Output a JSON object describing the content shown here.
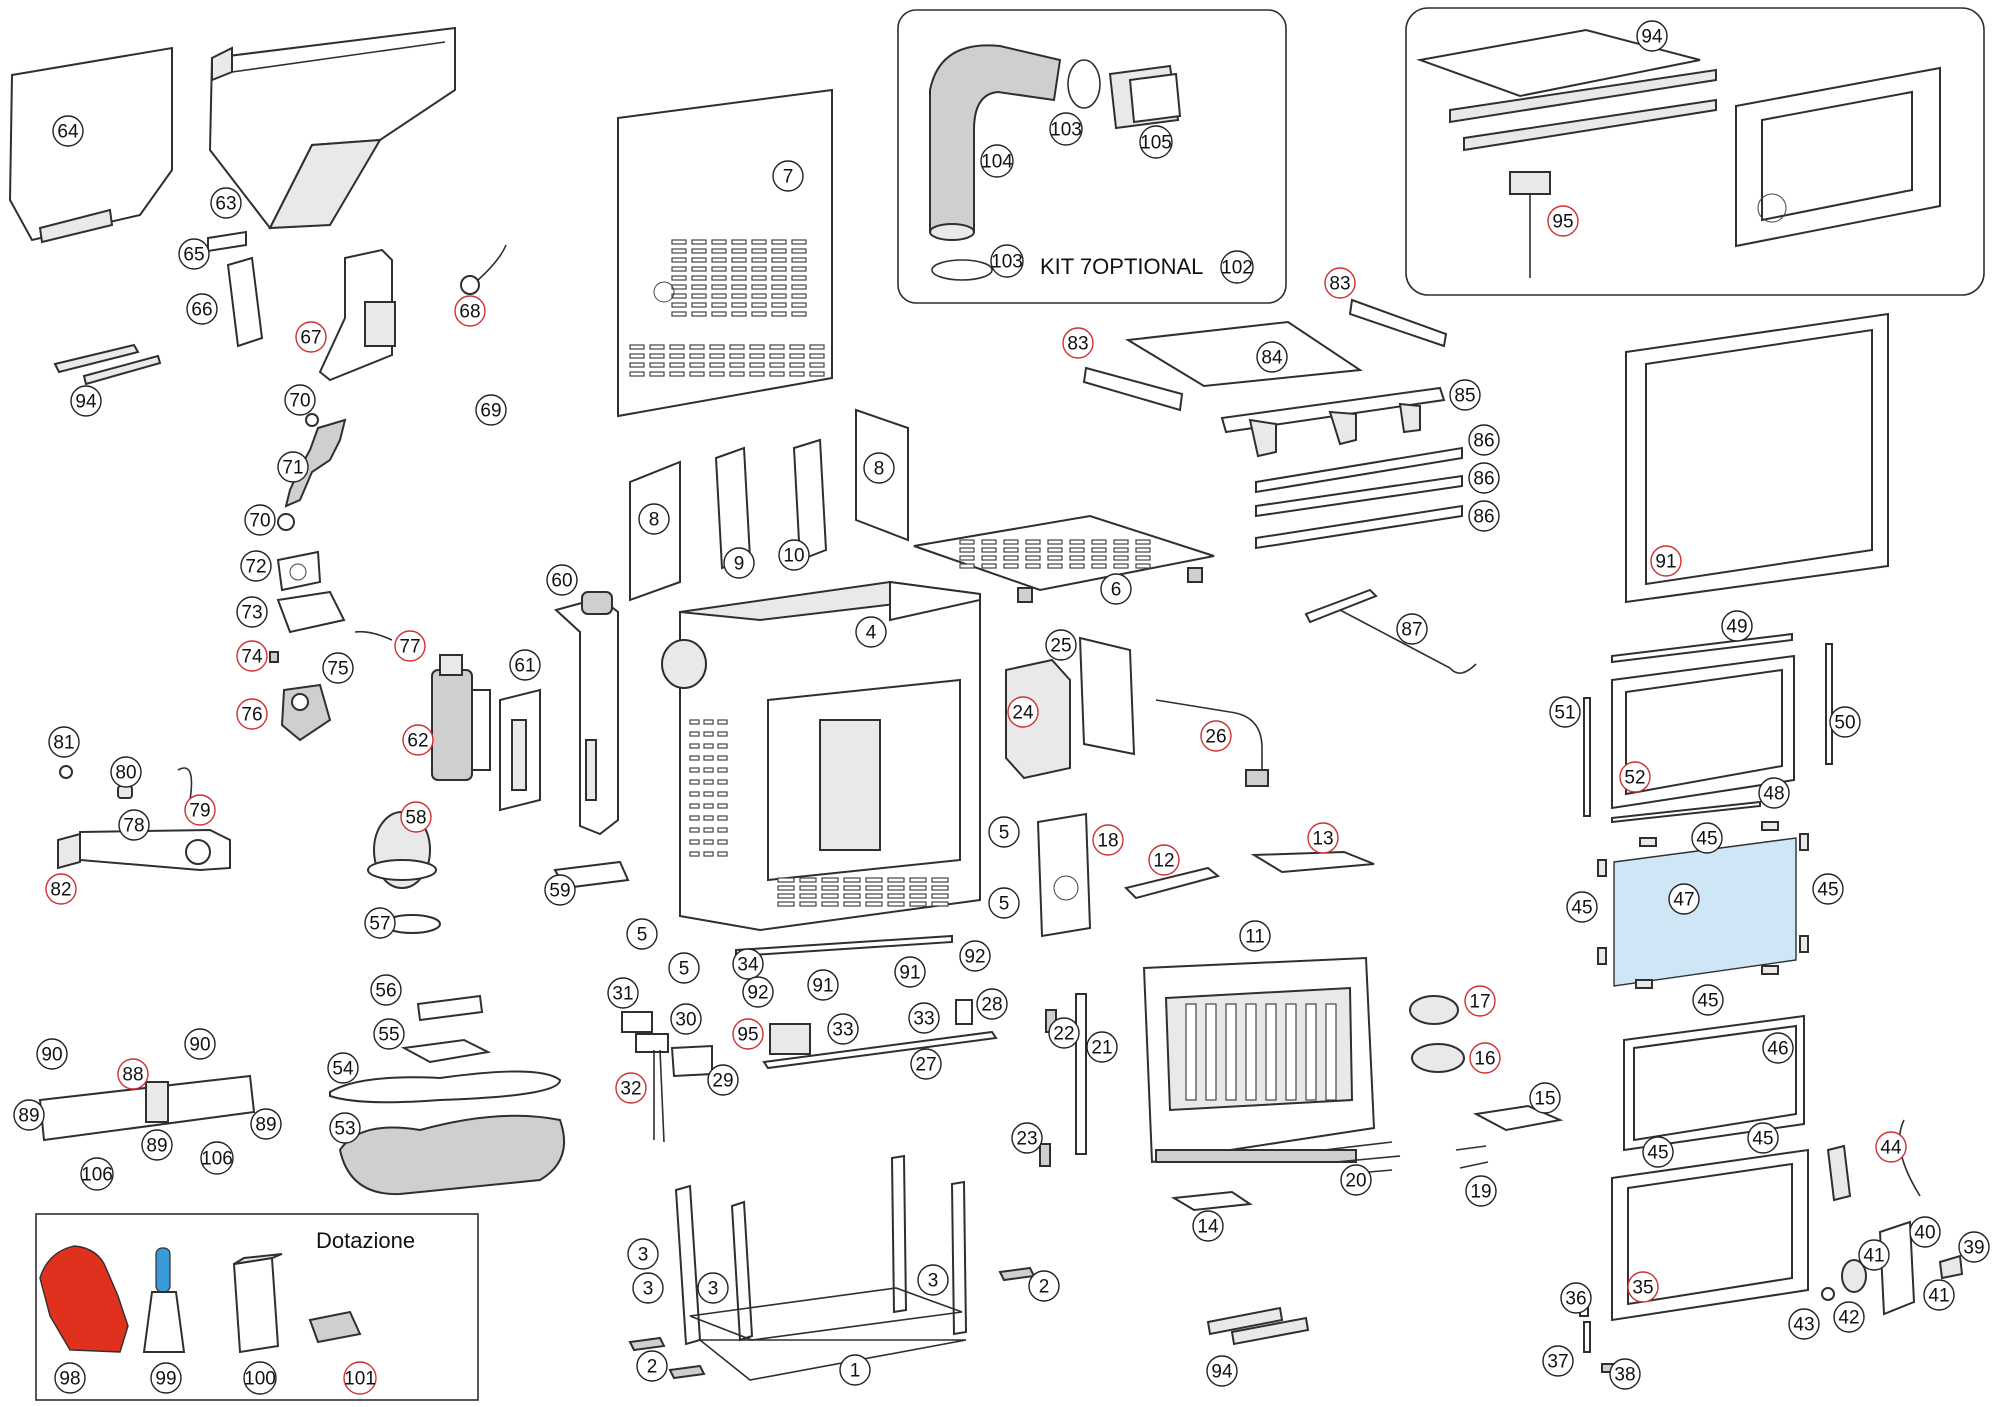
{
  "kit_box": {
    "caption": "KIT  7OPTIONAL",
    "kit_number": "102"
  },
  "dotazione_box": {
    "title": "Dotazione"
  },
  "colors": {
    "glove": "#e0301e",
    "scraper_handle": "#3a9ad9",
    "glass_fill": "#cfe6f6",
    "highlight_ring": "#d03030",
    "normal_ring": "#222222"
  },
  "callouts": [
    {
      "n": "64",
      "hl": false
    },
    {
      "n": "63",
      "hl": false
    },
    {
      "n": "65",
      "hl": false
    },
    {
      "n": "66",
      "hl": false
    },
    {
      "n": "67",
      "hl": true
    },
    {
      "n": "68",
      "hl": true
    },
    {
      "n": "94",
      "hl": false
    },
    {
      "n": "70",
      "hl": false
    },
    {
      "n": "69",
      "hl": false
    },
    {
      "n": "71",
      "hl": false
    },
    {
      "n": "70",
      "hl": false
    },
    {
      "n": "72",
      "hl": false
    },
    {
      "n": "73",
      "hl": false
    },
    {
      "n": "74",
      "hl": true
    },
    {
      "n": "75",
      "hl": false
    },
    {
      "n": "77",
      "hl": true
    },
    {
      "n": "76",
      "hl": true
    },
    {
      "n": "81",
      "hl": false
    },
    {
      "n": "80",
      "hl": false
    },
    {
      "n": "79",
      "hl": true
    },
    {
      "n": "78",
      "hl": false
    },
    {
      "n": "82",
      "hl": true
    },
    {
      "n": "62",
      "hl": true
    },
    {
      "n": "61",
      "hl": false
    },
    {
      "n": "58",
      "hl": true
    },
    {
      "n": "57",
      "hl": false
    },
    {
      "n": "60",
      "hl": false
    },
    {
      "n": "59",
      "hl": false
    },
    {
      "n": "7",
      "hl": false
    },
    {
      "n": "8",
      "hl": false
    },
    {
      "n": "9",
      "hl": false
    },
    {
      "n": "10",
      "hl": false
    },
    {
      "n": "8",
      "hl": false
    },
    {
      "n": "6",
      "hl": false
    },
    {
      "n": "4",
      "hl": false
    },
    {
      "n": "25",
      "hl": false
    },
    {
      "n": "24",
      "hl": true
    },
    {
      "n": "26",
      "hl": true
    },
    {
      "n": "5",
      "hl": false
    },
    {
      "n": "5",
      "hl": false
    },
    {
      "n": "5",
      "hl": false
    },
    {
      "n": "5",
      "hl": false
    },
    {
      "n": "18",
      "hl": true
    },
    {
      "n": "12",
      "hl": true
    },
    {
      "n": "13",
      "hl": true
    },
    {
      "n": "34",
      "hl": false
    },
    {
      "n": "92",
      "hl": false
    },
    {
      "n": "91",
      "hl": false
    },
    {
      "n": "92",
      "hl": false
    },
    {
      "n": "91",
      "hl": false
    },
    {
      "n": "31",
      "hl": false
    },
    {
      "n": "30",
      "hl": false
    },
    {
      "n": "95",
      "hl": true
    },
    {
      "n": "33",
      "hl": false
    },
    {
      "n": "33",
      "hl": false
    },
    {
      "n": "28",
      "hl": false
    },
    {
      "n": "29",
      "hl": false
    },
    {
      "n": "32",
      "hl": true
    },
    {
      "n": "27",
      "hl": false
    },
    {
      "n": "22",
      "hl": false
    },
    {
      "n": "21",
      "hl": false
    },
    {
      "n": "23",
      "hl": false
    },
    {
      "n": "11",
      "hl": false
    },
    {
      "n": "17",
      "hl": true
    },
    {
      "n": "16",
      "hl": true
    },
    {
      "n": "15",
      "hl": false
    },
    {
      "n": "20",
      "hl": false
    },
    {
      "n": "19",
      "hl": false
    },
    {
      "n": "14",
      "hl": false
    },
    {
      "n": "104",
      "hl": false
    },
    {
      "n": "103",
      "hl": false
    },
    {
      "n": "105",
      "hl": false
    },
    {
      "n": "103",
      "hl": false
    },
    {
      "n": "94",
      "hl": false
    },
    {
      "n": "95",
      "hl": true
    },
    {
      "n": "83",
      "hl": true
    },
    {
      "n": "83",
      "hl": true
    },
    {
      "n": "84",
      "hl": false
    },
    {
      "n": "85",
      "hl": false
    },
    {
      "n": "86",
      "hl": false
    },
    {
      "n": "86",
      "hl": false
    },
    {
      "n": "86",
      "hl": false
    },
    {
      "n": "87",
      "hl": false
    },
    {
      "n": "91",
      "hl": true
    },
    {
      "n": "49",
      "hl": false
    },
    {
      "n": "51",
      "hl": false
    },
    {
      "n": "50",
      "hl": false
    },
    {
      "n": "52",
      "hl": true
    },
    {
      "n": "48",
      "hl": false
    },
    {
      "n": "45",
      "hl": false
    },
    {
      "n": "45",
      "hl": false
    },
    {
      "n": "45",
      "hl": false
    },
    {
      "n": "47",
      "hl": false
    },
    {
      "n": "45",
      "hl": false
    },
    {
      "n": "46",
      "hl": false
    },
    {
      "n": "45",
      "hl": false
    },
    {
      "n": "45",
      "hl": false
    },
    {
      "n": "44",
      "hl": true
    },
    {
      "n": "35",
      "hl": true
    },
    {
      "n": "41",
      "hl": false
    },
    {
      "n": "40",
      "hl": false
    },
    {
      "n": "39",
      "hl": false
    },
    {
      "n": "41",
      "hl": false
    },
    {
      "n": "43",
      "hl": false
    },
    {
      "n": "42",
      "hl": false
    },
    {
      "n": "36",
      "hl": false
    },
    {
      "n": "37",
      "hl": false
    },
    {
      "n": "38",
      "hl": false
    },
    {
      "n": "56",
      "hl": false
    },
    {
      "n": "55",
      "hl": false
    },
    {
      "n": "54",
      "hl": false
    },
    {
      "n": "53",
      "hl": false
    },
    {
      "n": "90",
      "hl": false
    },
    {
      "n": "88",
      "hl": true
    },
    {
      "n": "90",
      "hl": false
    },
    {
      "n": "89",
      "hl": false
    },
    {
      "n": "89",
      "hl": false
    },
    {
      "n": "89",
      "hl": false
    },
    {
      "n": "106",
      "hl": false
    },
    {
      "n": "106",
      "hl": false
    },
    {
      "n": "3",
      "hl": false
    },
    {
      "n": "3",
      "hl": false
    },
    {
      "n": "3",
      "hl": false
    },
    {
      "n": "3",
      "hl": false
    },
    {
      "n": "2",
      "hl": false
    },
    {
      "n": "2",
      "hl": false
    },
    {
      "n": "1",
      "hl": false
    },
    {
      "n": "94",
      "hl": false
    },
    {
      "n": "98",
      "hl": false
    },
    {
      "n": "99",
      "hl": false
    },
    {
      "n": "100",
      "hl": false
    },
    {
      "n": "101",
      "hl": true
    }
  ]
}
